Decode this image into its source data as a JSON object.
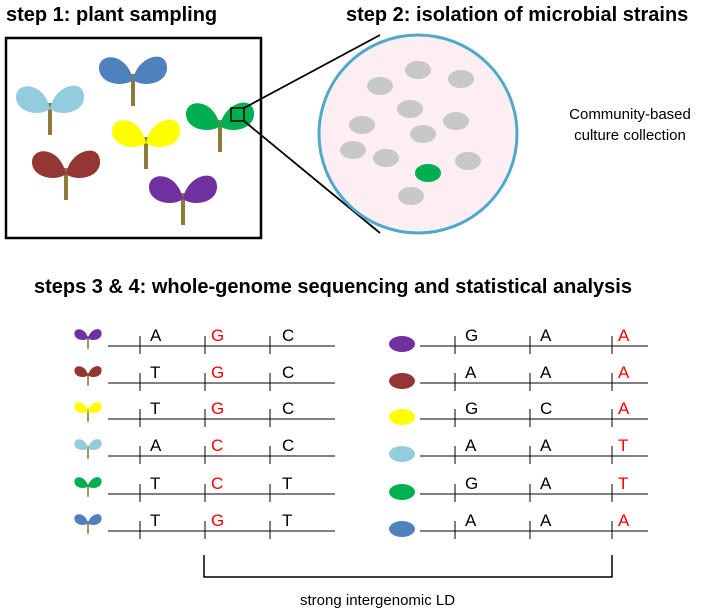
{
  "headings": {
    "step1": "step 1: plant sampling",
    "step2": "step 2: isolation of microbial strains",
    "step34": "steps 3 & 4: whole-genome sequencing and statistical analysis"
  },
  "collection_note": {
    "line1": "Community-based",
    "line2": "culture collection"
  },
  "ld_label": "strong intergenomic LD",
  "colors": {
    "purple": "#7030a0",
    "darkred": "#943634",
    "yellow": "#ffff00",
    "lightblue": "#93cddd",
    "green": "#00b050",
    "blue": "#4f81bd",
    "stem": "#8b7b3a",
    "dish_fill": "#fdeef4",
    "dish_rim": "#4fa9c9",
    "colony": "#c8c8c8",
    "highlight": "#ff0000"
  },
  "plant_rows": [
    {
      "color": "purple",
      "bases": [
        "A",
        "G",
        "C"
      ]
    },
    {
      "color": "darkred",
      "bases": [
        "T",
        "G",
        "C"
      ]
    },
    {
      "color": "yellow",
      "bases": [
        "T",
        "G",
        "C"
      ]
    },
    {
      "color": "lightblue",
      "bases": [
        "A",
        "C",
        "C"
      ]
    },
    {
      "color": "green",
      "bases": [
        "T",
        "C",
        "T"
      ]
    },
    {
      "color": "blue",
      "bases": [
        "T",
        "G",
        "T"
      ]
    }
  ],
  "microbe_rows": [
    {
      "color": "purple",
      "bases": [
        "G",
        "A",
        "A"
      ]
    },
    {
      "color": "darkred",
      "bases": [
        "A",
        "A",
        "A"
      ]
    },
    {
      "color": "yellow",
      "bases": [
        "G",
        "C",
        "A"
      ]
    },
    {
      "color": "lightblue",
      "bases": [
        "A",
        "A",
        "T"
      ]
    },
    {
      "color": "green",
      "bases": [
        "G",
        "A",
        "T"
      ]
    },
    {
      "color": "blue",
      "bases": [
        "A",
        "A",
        "A"
      ]
    }
  ]
}
